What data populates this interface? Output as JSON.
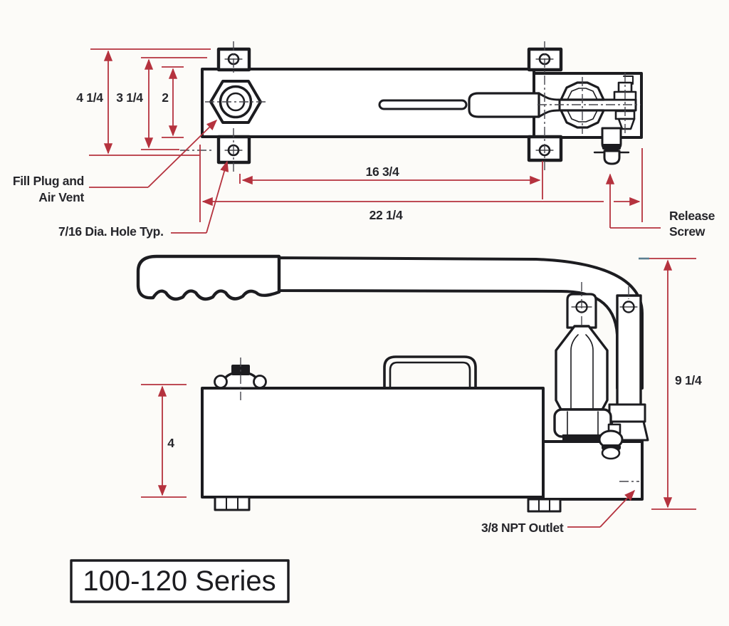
{
  "diagram": {
    "title": "100-120 Series",
    "dims": {
      "overall_height": "4 1/4",
      "hole_span_height": "3 1/4",
      "body_height": "2",
      "hole_span_length": "16 3/4",
      "overall_length": "22 1/4",
      "side_overall_height": "9 1/4",
      "tank_height": "4"
    },
    "callouts": {
      "fill_plug_line1": "Fill Plug and",
      "fill_plug_line2": "Air Vent",
      "hole_note": "7/16 Dia. Hole Typ.",
      "release_line1": "Release",
      "release_line2": "Screw",
      "outlet_note": "3/8 NPT Outlet"
    },
    "colors": {
      "dimension": "#b5323e",
      "ink": "#1c1c20",
      "label": "#26262b",
      "background": "#fcfbf8",
      "accent_tick": "#5b7f91"
    }
  }
}
